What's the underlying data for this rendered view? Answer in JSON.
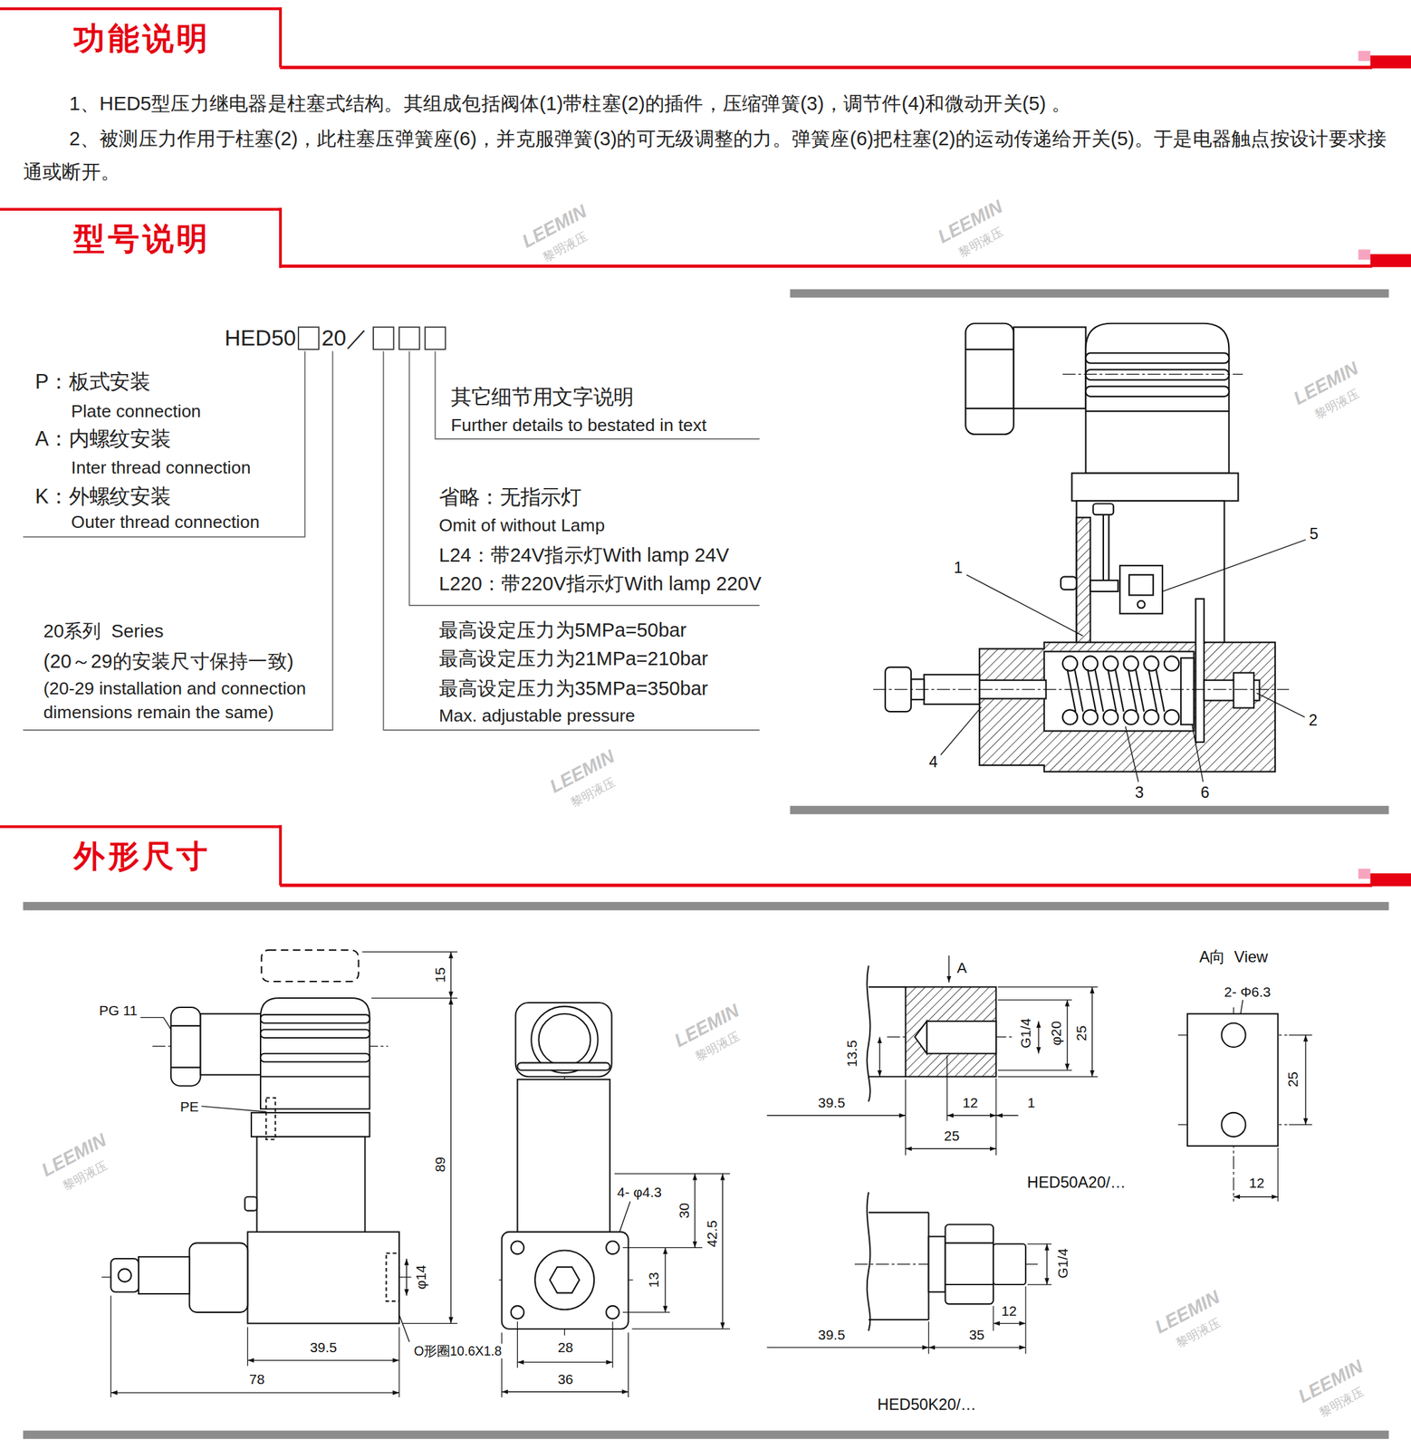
{
  "diagram": {
    "nodes": [
      {
        "text": [
          "功能说明"
        ]
      },
      {
        "text": [
          "型号说明"
        ]
      },
      {
        "text": [
          "外形尺寸"
        ]
      }
    ],
    "labels": [
      "1、HED5型压力继电器是柱塞式结构。其组成包括阀体(1)带柱塞(2)的插件，压缩弹簧(3)，调节件(4)和微动开关(5) 。",
      "2、被测压力作用于柱塞(2)，此柱塞压弹簧座(6)，并克服弹簧(3)的可无级调整的力。弹簧座(6)把柱塞(2)的运动传递给开关(5)。于是电器触点按设计要求接通或断开。",
      "HED50",
      "20／",
      "P：板式安装",
      "Plate connection",
      "A：内螺纹安装",
      "Inter thread connection",
      "K：外螺纹安装",
      "Outer thread connection",
      "20系列  Series",
      "(20～29的安装尺寸保持一致)",
      "(20-29 installation and connection",
      "dimensions remain the same)",
      "其它细节用文字说明",
      "Further details to bestated in text",
      "省略：无指示灯",
      "Omit of without Lamp",
      "L24：带24V指示灯With lamp 24V",
      "L220：带220V指示灯With lamp 220V",
      "最高设定压力为5MPa=50bar",
      "最高设定压力为21MPa=210bar",
      "最高设定压力为35MPa=350bar",
      "Max. adjustable pressure",
      "1",
      "5",
      "2",
      "4",
      "3",
      "6",
      "PG 11",
      "PE",
      "15",
      "89",
      "φ14",
      "39.5",
      "78",
      "O形圈10.6X1.8",
      "4- φ4.3",
      "30",
      "42.5",
      "13",
      "28",
      "36",
      "A",
      "13.5",
      "G1/4",
      "φ20",
      "25",
      "39.5",
      "12",
      "1",
      "25",
      "HED50A20/…",
      "A向  View",
      "2- Φ6.3",
      "25",
      "12",
      "G1/4",
      "12",
      "39.5",
      "35",
      "HED50K20/…",
      "LEEMIN",
      "黎明液压",
      "LEEMIN",
      "黎明液压",
      "LEEMIN",
      "黎明液压",
      "LEEMIN",
      "黎明液压",
      "LEEMIN",
      "黎明液压",
      "LEEMIN",
      "黎明液压",
      "LEEMIN",
      "黎明液压",
      "LEEMIN",
      "黎明液压"
    ]
  }
}
